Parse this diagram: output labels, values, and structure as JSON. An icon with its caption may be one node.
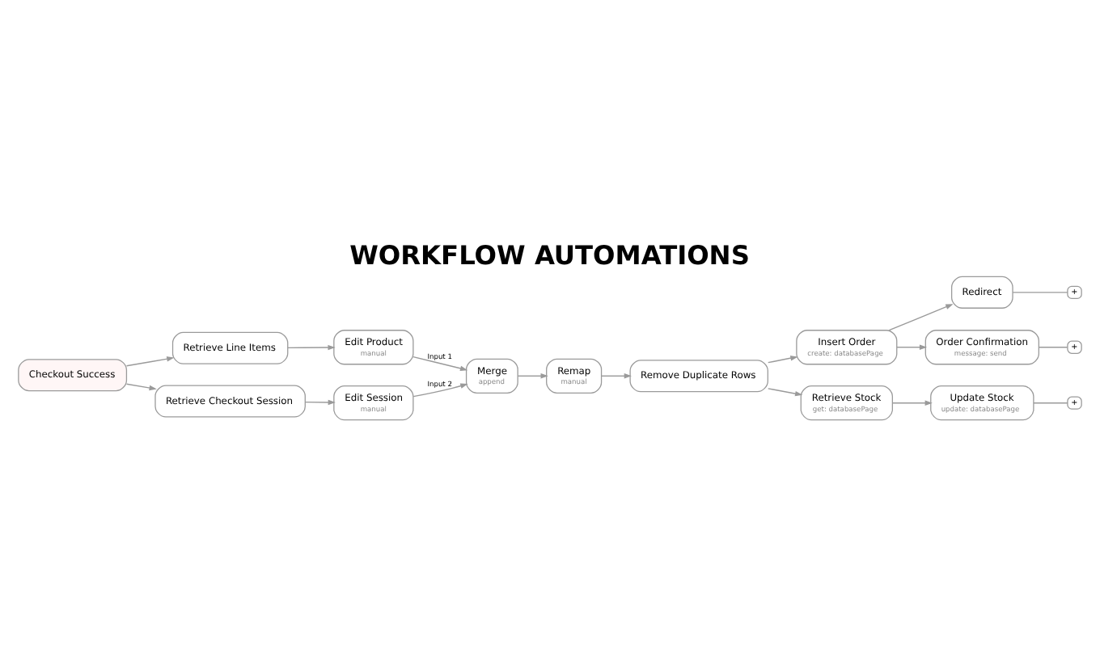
{
  "diagram": {
    "title": "WORKFLOW AUTOMATIONS",
    "nodes": [
      {
        "text": [
          "Checkout Success"
        ]
      },
      {
        "text": [
          "Retrieve Line Items"
        ]
      },
      {
        "text": [
          "Edit Product",
          "manual"
        ]
      },
      {
        "text": [
          "Retrieve Checkout Session"
        ]
      },
      {
        "text": [
          "Edit Session",
          "manual"
        ]
      },
      {
        "text": [
          "Merge",
          "append"
        ]
      },
      {
        "text": [
          "Remap",
          "manual"
        ]
      },
      {
        "text": [
          "Remove Duplicate Rows"
        ]
      },
      {
        "text": [
          "Insert Order",
          "create: databasePage"
        ]
      },
      {
        "text": [
          "Redirect"
        ]
      },
      {
        "text": [
          "Order Confirmation",
          "message: send"
        ]
      },
      {
        "text": [
          "Retrieve Stock",
          "get: databasePage"
        ]
      },
      {
        "text": [
          "Update Stock",
          "update: databasePage"
        ]
      },
      {
        "text": [
          "+"
        ]
      },
      {
        "text": [
          "+"
        ]
      },
      {
        "text": [
          "+"
        ]
      }
    ],
    "edges": [
      {
        "from": 0,
        "to": 1,
        "arrow": "to"
      },
      {
        "from": 0,
        "to": 3,
        "arrow": "to"
      },
      {
        "from": 1,
        "to": 2,
        "arrow": "to"
      },
      {
        "from": 3,
        "to": 4,
        "arrow": "to"
      },
      {
        "from": 2,
        "to": 5,
        "arrow": "to",
        "label": "Input 1"
      },
      {
        "from": 4,
        "to": 5,
        "arrow": "to",
        "label": "Input 2"
      },
      {
        "from": 5,
        "to": 6,
        "arrow": "to"
      },
      {
        "from": 6,
        "to": 7,
        "arrow": "to"
      },
      {
        "from": 7,
        "to": 8,
        "arrow": "to"
      },
      {
        "from": 7,
        "to": 11,
        "arrow": "to"
      },
      {
        "from": 8,
        "to": 9,
        "arrow": "to"
      },
      {
        "from": 8,
        "to": 10,
        "arrow": "to"
      },
      {
        "from": 11,
        "to": 12,
        "arrow": "to"
      },
      {
        "from": 9,
        "to": 13,
        "arrow": "none"
      },
      {
        "from": 10,
        "to": 14,
        "arrow": "none"
      },
      {
        "from": 12,
        "to": 15,
        "arrow": "none"
      }
    ]
  }
}
